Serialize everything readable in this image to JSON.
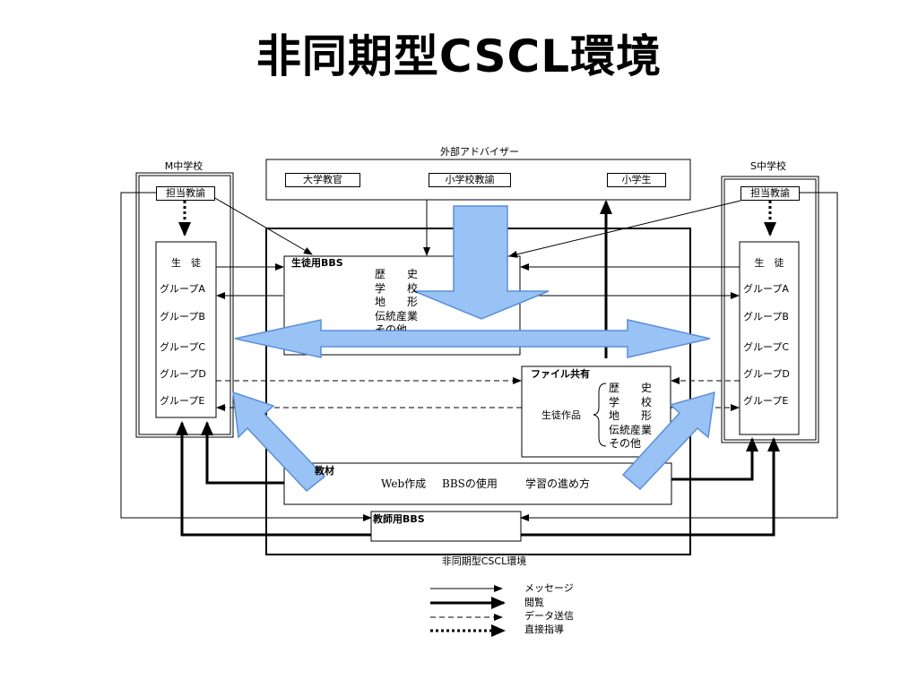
{
  "title": "非同期型CSCL環境",
  "advisor": {
    "caption": "外部アドバイザー",
    "items": [
      "大学教官",
      "小学校教諭",
      "小学生"
    ]
  },
  "m_school": {
    "caption": "M中学校",
    "teacher": "担当教諭",
    "students": [
      "生　徒",
      "グループA",
      "グループB",
      "グループC",
      "グループD",
      "グループE"
    ]
  },
  "s_school": {
    "caption": "S中学校",
    "teacher": "担当教諭",
    "students": [
      "生　徒",
      "グループA",
      "グループB",
      "グループC",
      "グループD",
      "グループE"
    ]
  },
  "student_bbs": {
    "label": "生徒用BBS",
    "subjects": [
      "歴　　史",
      "学　　校",
      "地　　形",
      "伝統産業",
      "その他"
    ]
  },
  "file_share": {
    "label": "ファイル共有",
    "works_label": "生徒作品",
    "subjects": [
      "歴　　史",
      "学　　校",
      "地　　形",
      "伝統産業",
      "その他"
    ]
  },
  "materials": {
    "label": "教材",
    "items": [
      "Web作成",
      "BBSの使用",
      "学習の進め方"
    ]
  },
  "teacher_bbs": {
    "label": "教師用BBS"
  },
  "environment_caption": "非同期型CSCL環境",
  "legend": [
    "メッセージ",
    "閲覧",
    "データ送信",
    "直接指導"
  ],
  "colors": {
    "arrow_fill": "#99c2f5",
    "arrow_stroke": "#5b8fd9",
    "line": "#000000"
  }
}
